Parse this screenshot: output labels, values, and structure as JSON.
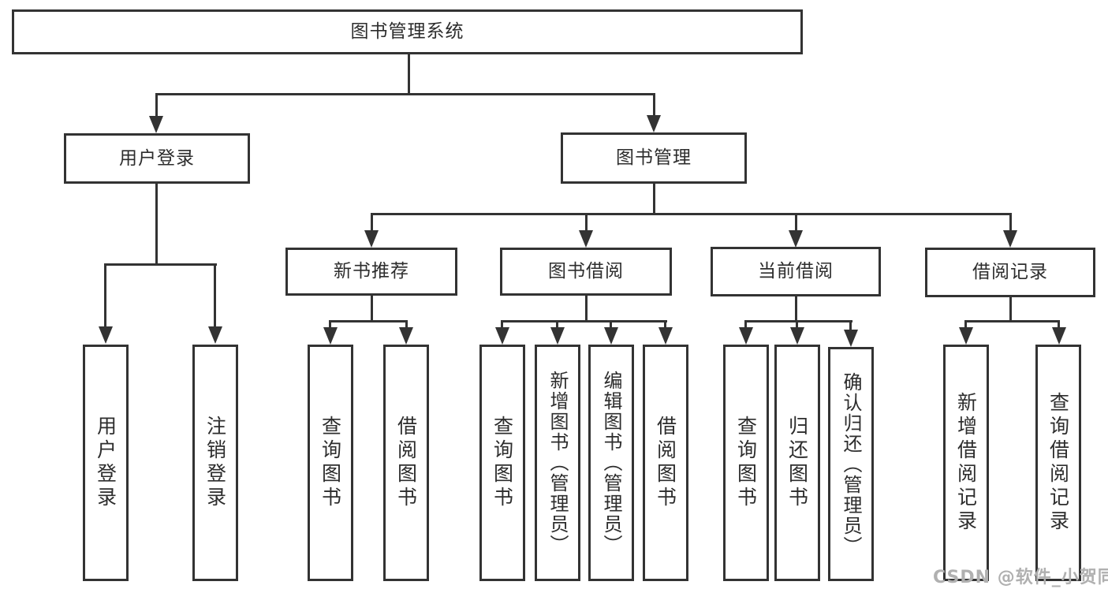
{
  "tree": {
    "label": "图书管理系统",
    "children": [
      {
        "label": "用户登录",
        "children": [
          {
            "label": "用户登录"
          },
          {
            "label": "注销登录"
          }
        ]
      },
      {
        "label": "图书管理",
        "children": [
          {
            "label": "新书推荐",
            "children": [
              {
                "label": "查询图书"
              },
              {
                "label": "借阅图书"
              }
            ]
          },
          {
            "label": "图书借阅",
            "children": [
              {
                "label": "查询图书"
              },
              {
                "label": "新增图书（管理员）"
              },
              {
                "label": "编辑图书（管理员）"
              },
              {
                "label": "借阅图书"
              }
            ]
          },
          {
            "label": "当前借阅",
            "children": [
              {
                "label": "查询图书"
              },
              {
                "label": "归还图书"
              },
              {
                "label": "确认归还（管理员）"
              }
            ]
          },
          {
            "label": "借阅记录",
            "children": [
              {
                "label": "新增借阅记录"
              },
              {
                "label": "查询借阅记录"
              }
            ]
          }
        ]
      }
    ]
  },
  "watermark": {
    "text": "CSDN @软件_小贺同学"
  },
  "colors": {
    "line": "#333333",
    "node_text": "#2d2d2d",
    "watermark_text": "#b0b0b0",
    "background": "#ffffff"
  }
}
